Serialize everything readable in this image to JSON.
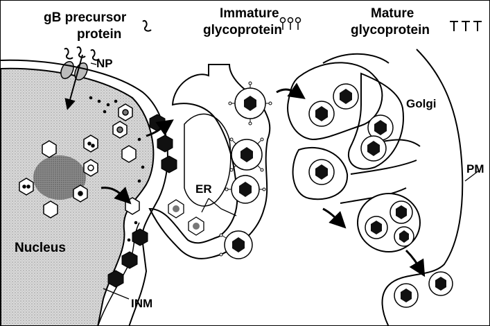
{
  "labels": {
    "gb_precursor_line1": "gB precursor",
    "gb_precursor_line2": "protein",
    "immature_line1": "Immature",
    "immature_line2": "glycoprotein",
    "mature_line1": "Mature",
    "mature_line2": "glycoprotein",
    "np": "NP",
    "golgi": "Golgi",
    "pm": "PM",
    "er": "ER",
    "nucleus": "Nucleus",
    "inm": "INM"
  },
  "colors": {
    "nucleus_fill": "#cfcfcf",
    "capsid_fill": "#111111",
    "outline": "#000000",
    "background": "#ffffff"
  }
}
